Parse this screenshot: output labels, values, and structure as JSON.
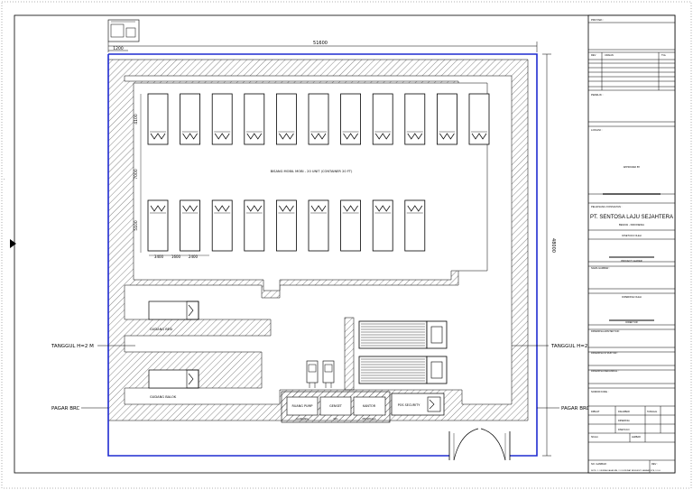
{
  "dimensions": {
    "top_width": "51600",
    "right_height": "48000",
    "left_offset": "1200",
    "height_upper": "4100",
    "height_middle": "7000",
    "height_lower": "5100",
    "spacing": [
      "3400",
      "1600",
      "2400"
    ]
  },
  "labels": {
    "parking_area": "BISANG MOBIL MOBI - 20 UNIT (CONTAINER 20 FT)",
    "rack_a": "GUDANG BESI",
    "rack_b": "GUDANG BALOK",
    "tanggul_left": "TANGGUL H=2 M",
    "tanggul_right": "TANGGUL H=2 M",
    "pagar_left": "PAGAR BRC",
    "pagar_right": "PAGAR BRC",
    "room_1": "RUANG PUMP",
    "room_2": "GENSET",
    "room_3": "KANTOR",
    "room_4": "POS SECURITY",
    "sub_room_1": "GUDANG",
    "sub_room_2": "WC",
    "sub_room_3": "MUSHOLA"
  },
  "title_block": {
    "row_proyek_label": "PROYEK :",
    "row_rev_label": "REV",
    "row_uraian_label": "URAIAN",
    "row_tgl_label": "TGL",
    "row_pemilik_label": "PEMILIK :",
    "row_lokasi_label": "LOKASI :",
    "row_approved": "APPROVED BY",
    "row_pelaksana_label": "PELAKSANA / KONSULTAN :",
    "company_name": "PT. SENTOSA LAJU SEJAHTERA",
    "company_sub": "BEKASI - INDONESIA",
    "row_disetujui": "DISETUJUI OLEH",
    "row_project_leader": "PROJECT LEADER",
    "row_gambar_label": "NAMA GAMBAR :",
    "row_diperiksa": "DIPERIKSA OLEH",
    "row_direktur": "DIREKTUR",
    "row_pemeriksa_1": "DIPERIKSA ARSITEKTUR :",
    "row_pemeriksa_2": "DIPERIKSA STRUKTUR :",
    "row_pemeriksa_3": "DIPERIKSA MEKANIKAL :",
    "row_nomor_label": "NOMOR KODE :",
    "row_dibuat_label": "DIBUAT",
    "row_digambar_label": "DIGAMBAR",
    "row_diperiksa_label": "DIPERIKSA",
    "row_disetujui_label": "DISETUJUI",
    "row_tanggal": "TANGGAL",
    "row_skala_label": "SKALA",
    "row_lembar_label": "LEMBAR",
    "row_no_gambar": "NO. GAMBAR :",
    "row_rev_end": "REV :",
    "footer_note": "NOTE : 1. UKURAN DALAM MM, 2. KOORDINAT MENGIKUTI GAMBAR SITE, 3. DLL"
  }
}
